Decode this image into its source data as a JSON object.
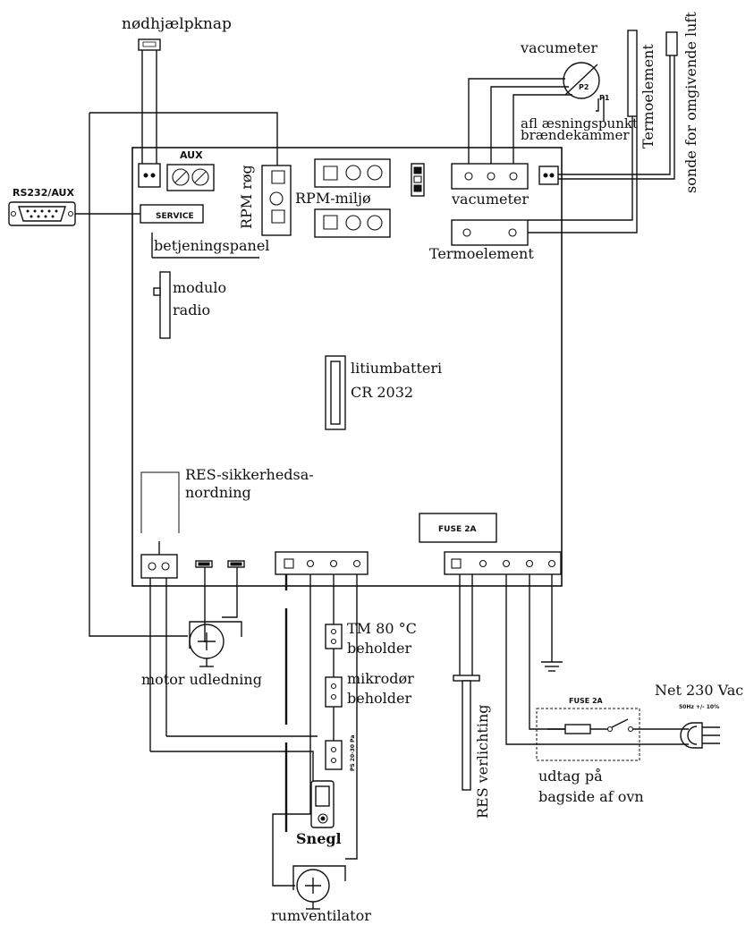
{
  "labels": {
    "emergency_button": "nødhjælpknap",
    "aux": "AUX",
    "rs232": "RS232/AUX",
    "service": "SERVICE",
    "rpm_smoke": "RPM røg",
    "rpm_env": "RPM-miljø",
    "control_panel": "betjeningspanel",
    "radio_line1": "modulo",
    "radio_line2": "radio",
    "vacuum_meter_top": "vacumeter",
    "vacuum_meter_conn": "vacumeter",
    "reading_point_line1": "afl æsningspunkt",
    "reading_point_line2": "brændekammer",
    "p2": "P2",
    "p1": "P1",
    "thermo_vertical": "Termoelement",
    "thermo_conn": "Termoelement",
    "ambient_probe": "sonde for omgivende luft",
    "battery_line1": "litiumbatteri",
    "battery_line2": "CR 2032",
    "res_safety_line1": "RES-sikkerhedsa-",
    "res_safety_line2": "nordning",
    "fuse_board": "FUSE 2A",
    "fuse_ext": "FUSE 2A",
    "motor": "motor udledning",
    "tm_line1": "TM 80 °C",
    "tm_line2": "beholder",
    "micro_line1": "mikrodør",
    "micro_line2": "beholder",
    "pressure_switch": "PS 20-30 Pa",
    "auger": "Snegl",
    "room_fan": "rumventilator",
    "res_lighting": "RES verlichting",
    "mains": "Net 230 Vac",
    "mains_spec": "50Hz +/- 10%",
    "outlet_line1": "udtag på",
    "outlet_line2": "bagside af ovn"
  }
}
